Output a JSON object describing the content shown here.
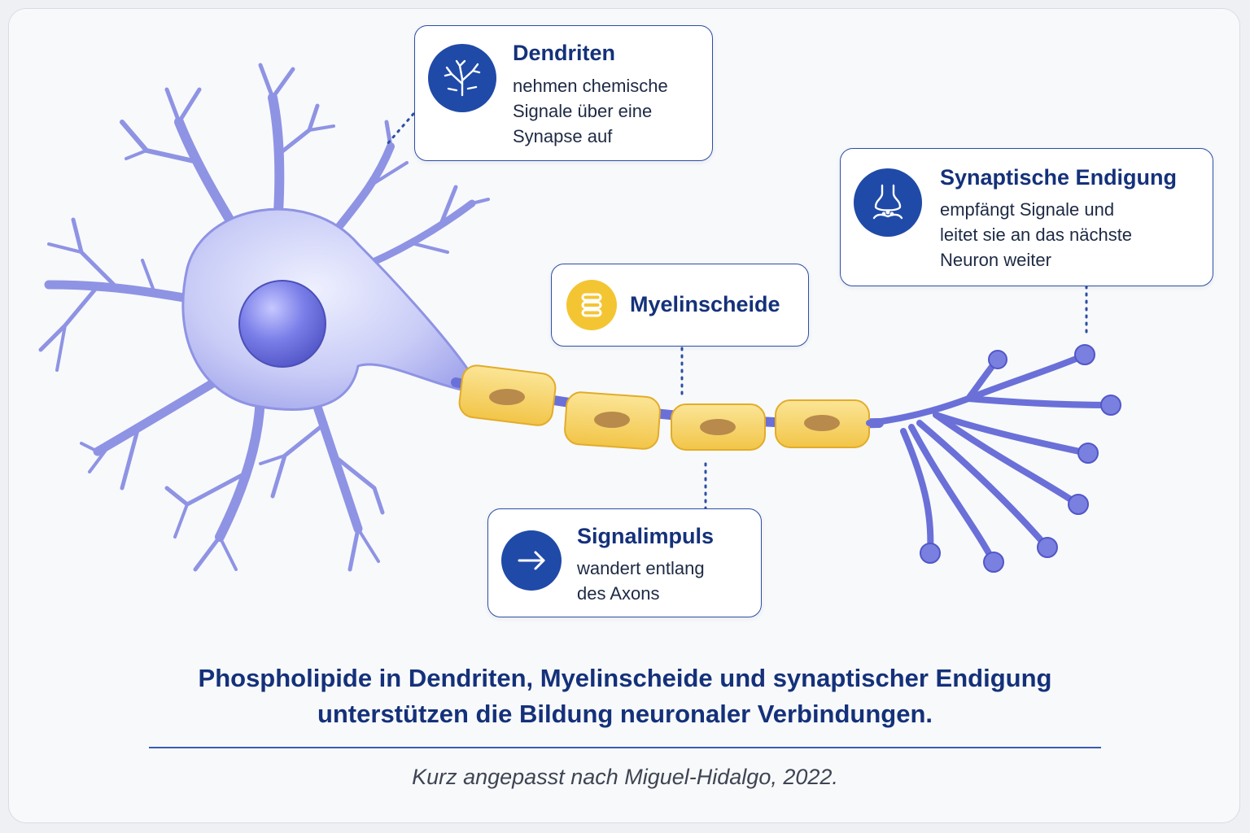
{
  "callouts": {
    "dendrites": {
      "title": "Dendriten",
      "lines": [
        "nehmen chemische",
        "Signale über eine",
        "Synapse auf"
      ],
      "icon": "dendrite-tree-icon"
    },
    "synapse": {
      "title": "Synaptische Endigung",
      "lines": [
        "empfängt Signale und",
        "leitet sie an das nächste",
        "Neuron weiter"
      ],
      "icon": "synapse-terminal-icon"
    },
    "myelin": {
      "title": "Myelinscheide",
      "icon": "myelin-layers-icon"
    },
    "signal": {
      "title": "Signalimpuls",
      "lines": [
        "wandert entlang",
        "des Axons"
      ],
      "icon": "arrow-right-icon"
    }
  },
  "caption": {
    "line1": "Phospholipide in Dendriten, Myelinscheide und synaptischer Endigung",
    "line2": "unterstützen die Bildung neuronaler Verbindungen."
  },
  "citation": "Kurz angepasst nach Miguel-Hidalgo, 2022.",
  "colors": {
    "accent": "#1f4aa8",
    "title": "#14317a",
    "neuron": "#8a8fe0",
    "nucleus": "#6a6ee0",
    "myelin": "#f6d36a",
    "myelin_nucleus": "#b88a4c"
  }
}
